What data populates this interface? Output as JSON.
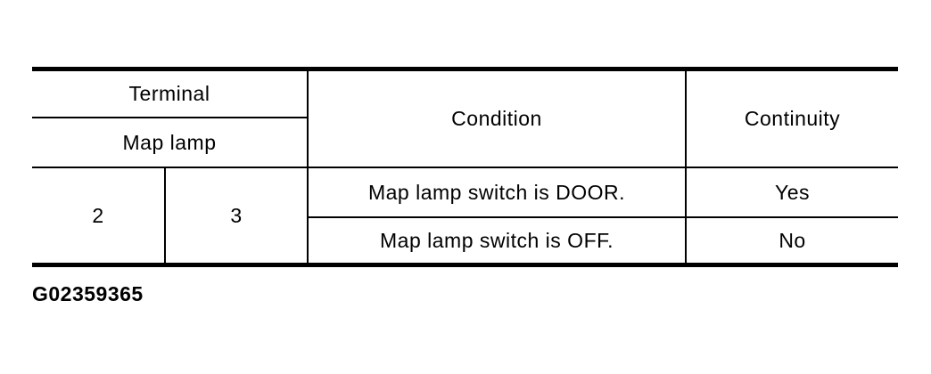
{
  "table": {
    "header": {
      "terminal": "Terminal",
      "terminal_group": "Map lamp",
      "condition": "Condition",
      "continuity": "Continuity"
    },
    "terminal_values": [
      "2",
      "3"
    ],
    "rows": [
      {
        "condition": "Map lamp switch is DOOR.",
        "continuity": "Yes"
      },
      {
        "condition": "Map lamp switch is OFF.",
        "continuity": "No"
      }
    ]
  },
  "caption": "G02359365",
  "colors": {
    "line": "#000000",
    "text": "#000000",
    "background": "#ffffff"
  }
}
